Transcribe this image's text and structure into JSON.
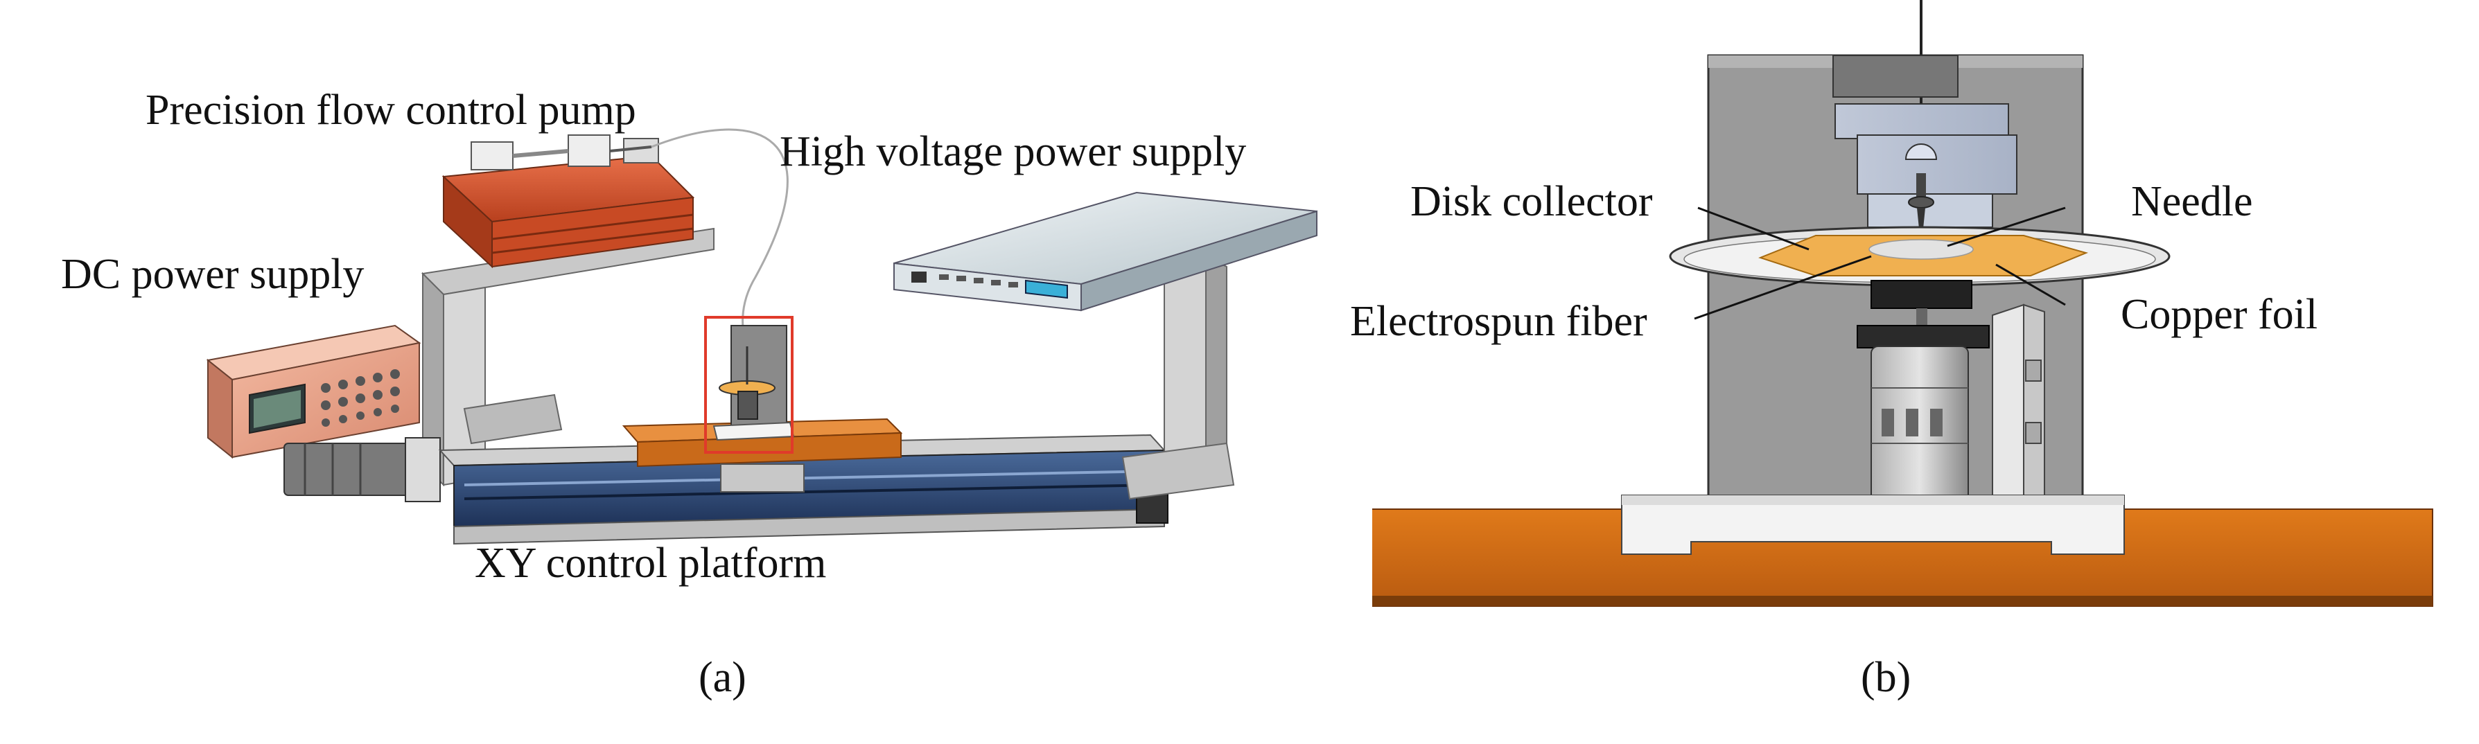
{
  "panel_a": {
    "labels": {
      "pump": "Precision flow control pump",
      "hv": "High voltage power supply",
      "dc": "DC power supply",
      "xy": "XY control platform"
    },
    "caption": "(a)"
  },
  "panel_b": {
    "labels": {
      "disk": "Disk collector",
      "needle": "Needle",
      "fiber": "Electrospun fiber",
      "copper": "Copper foil"
    },
    "caption": "(b)"
  },
  "colors": {
    "pump_red": "#d4522c",
    "orange_bench": "#d9731a",
    "highlight_box": "#e03a2a",
    "rail_blue": "#2c4a78",
    "copper": "#f0b050",
    "gray_panel": "#9a9a9a"
  }
}
